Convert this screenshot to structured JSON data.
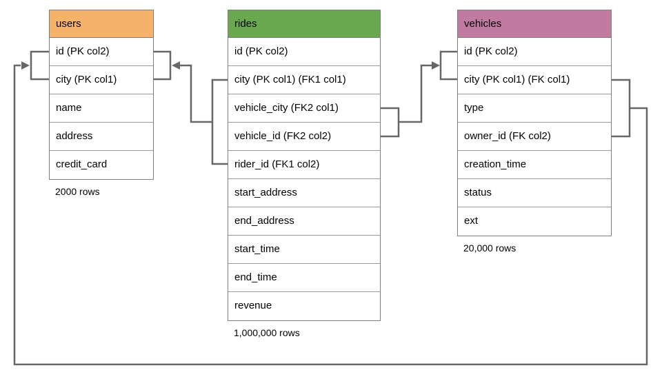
{
  "tables": [
    {
      "name": "users",
      "rows_label": "2000 rows",
      "header_color": "#f6b26b",
      "columns": [
        "id (PK col2)",
        "city (PK col1)",
        "name",
        "address",
        "credit_card"
      ]
    },
    {
      "name": "rides",
      "rows_label": "1,000,000 rows",
      "header_color": "#6aa84f",
      "columns": [
        "id (PK col2)",
        "city (PK col1) (FK1 col1)",
        "vehicle_city (FK2 col1)",
        "vehicle_id (FK2 col2)",
        "rider_id (FK1 col2)",
        "start_address",
        "end_address",
        "start_time",
        "end_time",
        "revenue"
      ]
    },
    {
      "name": "vehicles",
      "rows_label": "20,000 rows",
      "header_color": "#c27ba0",
      "columns": [
        "id (PK col2)",
        "city (PK col1) (FK col1)",
        "type",
        "owner_id (FK col2)",
        "creation_time",
        "status",
        "ext"
      ]
    }
  ],
  "relationships": [
    {
      "fk": "FK1",
      "from_table": "rides",
      "from_columns": [
        "city",
        "rider_id"
      ],
      "to_table": "users",
      "to_columns": [
        "id",
        "city"
      ]
    },
    {
      "fk": "FK2",
      "from_table": "rides",
      "from_columns": [
        "vehicle_city",
        "vehicle_id"
      ],
      "to_table": "vehicles",
      "to_columns": [
        "id",
        "city"
      ]
    },
    {
      "fk": "FK",
      "from_table": "vehicles",
      "from_columns": [
        "city",
        "owner_id"
      ],
      "to_table": "users",
      "to_columns": [
        "id",
        "city"
      ]
    }
  ],
  "colors": {
    "users_header": "#f6b26b",
    "rides_header": "#6aa84f",
    "vehicles_header": "#c27ba0",
    "connector": "#666666",
    "table_border": "#7f7f7f"
  }
}
